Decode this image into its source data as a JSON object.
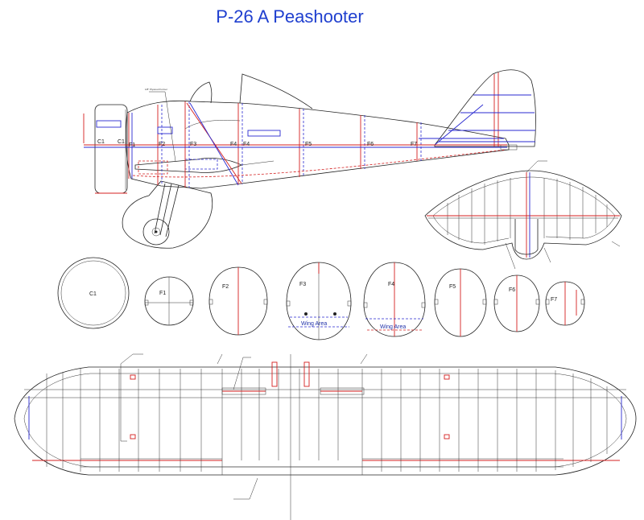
{
  "title": "P-26 A Peashooter",
  "side_view": {
    "station_labels": [
      {
        "key": "C1",
        "text": "C1"
      },
      {
        "key": "C1b",
        "text": "C1"
      },
      {
        "key": "F1",
        "text": "F1"
      },
      {
        "key": "F2",
        "text": "F2"
      },
      {
        "key": "F3",
        "text": "F3"
      },
      {
        "key": "F4a",
        "text": "F4"
      },
      {
        "key": "F4b",
        "text": "F4"
      },
      {
        "key": "F5",
        "text": "F5"
      },
      {
        "key": "F6",
        "text": "F6"
      },
      {
        "key": "F7",
        "text": "F7"
      }
    ]
  },
  "formers": [
    {
      "key": "C1",
      "label": "C1"
    },
    {
      "key": "F1",
      "label": "F1"
    },
    {
      "key": "F2",
      "label": "F2"
    },
    {
      "key": "F3",
      "label": "F3",
      "area_label": "Wing Area"
    },
    {
      "key": "F4",
      "label": "F4",
      "area_label": "Wing Area"
    },
    {
      "key": "F5",
      "label": "F5"
    },
    {
      "key": "F6",
      "label": "F6"
    },
    {
      "key": "F7",
      "label": "F7"
    }
  ],
  "colors": {
    "title": "#1f3fcf",
    "outline": "#222222",
    "spar_red": "#d42020",
    "guide_blue": "#2a2ad0"
  }
}
